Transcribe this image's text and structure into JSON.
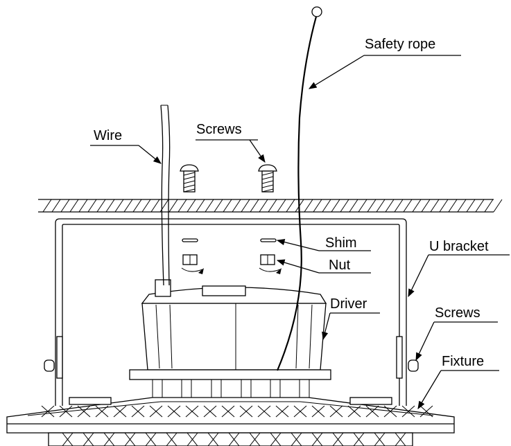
{
  "labels": {
    "safety_rope": "Safety rope",
    "screws_top": "Screws",
    "wire": "Wire",
    "shim": "Shim",
    "u_bracket": "U bracket",
    "nut": "Nut",
    "driver": "Driver",
    "screws_side": "Screws",
    "fixture": "Fixture"
  },
  "colors": {
    "line": "#000000",
    "background": "#ffffff"
  }
}
